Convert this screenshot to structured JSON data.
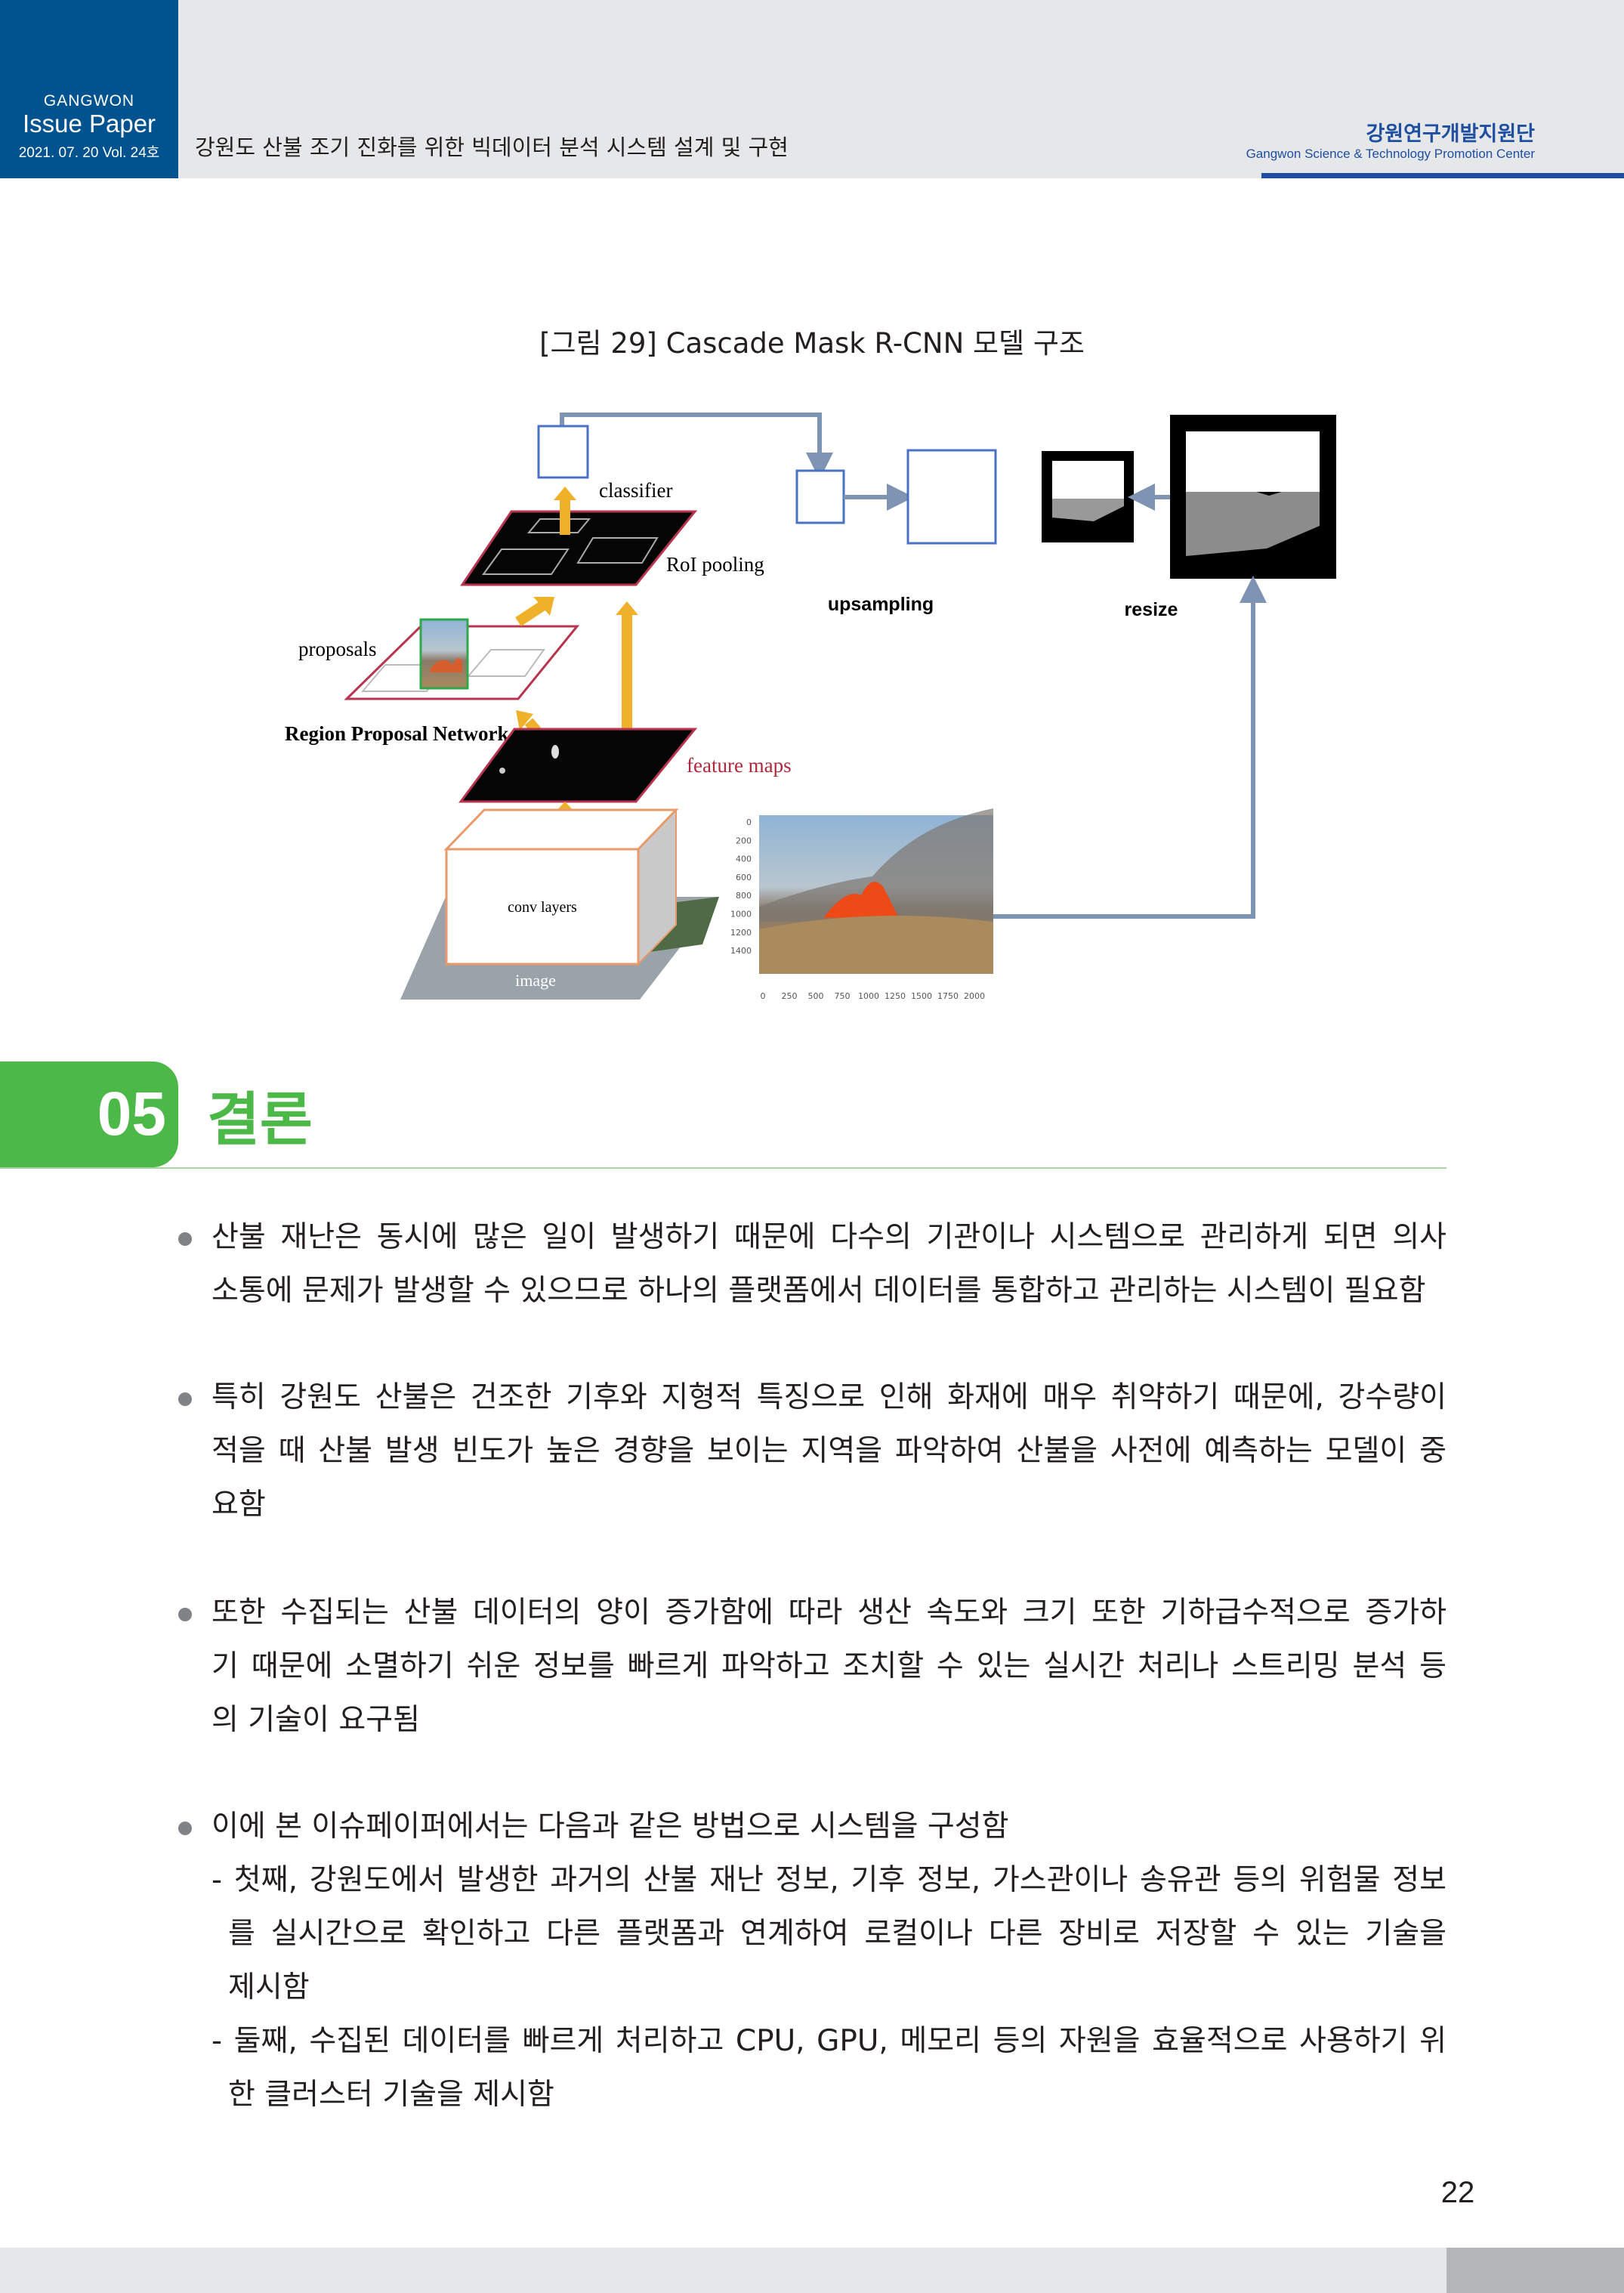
{
  "header": {
    "brand_top": "GANGWON",
    "brand_name": "Issue Paper",
    "brand_date": "2021. 07. 20  Vol. 24호",
    "doc_title": "강원도 산불 조기 진화를 위한 빅데이터 분석 시스템 설계 및 구현",
    "org_ko": "강원연구개발지원단",
    "org_en": "Gangwon Science & Technology Promotion Center"
  },
  "figure": {
    "caption": "[그림 29] Cascade Mask R-CNN 모델 구조",
    "labels": {
      "classifier": "classifier",
      "roi_pooling": "RoI pooling",
      "proposals": "proposals",
      "rpn": "Region Proposal Network",
      "feature_maps": "feature maps",
      "conv_layers": "conv layers",
      "image": "image",
      "upsampling": "upsampling",
      "resize": "resize"
    },
    "y_ticks": [
      "0",
      "200",
      "400",
      "600",
      "800",
      "1000",
      "1200",
      "1400"
    ],
    "x_ticks": [
      "0",
      "250",
      "500",
      "750",
      "1000",
      "1250",
      "1500",
      "1750",
      "2000"
    ],
    "colors": {
      "arrow_gray": "#7f93b3",
      "arrow_orange": "#f0b12a",
      "box_blue": "#4a72c4",
      "layer_border": "#b8344f"
    }
  },
  "section": {
    "number": "05",
    "title": "결론"
  },
  "bullets": [
    {
      "lines": [
        "산불 재난은 동시에 많은 일이 발생하기 때문에 다수의 기관이나 시스템으로 관리하게 되면 의사",
        "소통에 문제가 발생할 수 있으므로 하나의 플랫폼에서 데이터를 통합하고 관리하는 시스템이 필요함"
      ]
    },
    {
      "lines": [
        "특히 강원도 산불은 건조한 기후와 지형적 특징으로 인해 화재에 매우 취약하기 때문에, 강수량이",
        "적을 때 산불 발생 빈도가 높은 경향을 보이는 지역을 파악하여 산불을 사전에 예측하는 모델이 중",
        "요함"
      ]
    },
    {
      "lines": [
        "또한 수집되는 산불 데이터의 양이 증가함에 따라 생산 속도와 크기 또한 기하급수적으로 증가하",
        "기 때문에 소멸하기 쉬운 정보를 빠르게 파악하고 조치할 수 있는 실시간 처리나 스트리밍 분석 등",
        "의 기술이 요구됨"
      ]
    },
    {
      "lines": [
        "이에 본 이슈페이퍼에서는 다음과 같은 방법으로 시스템을 구성함"
      ],
      "subs": [
        {
          "lines": [
            "- 첫째, 강원도에서 발생한 과거의 산불 재난 정보, 기후 정보, 가스관이나 송유관 등의 위험물 정보",
            "를 실시간으로 확인하고 다른 플랫폼과 연계하여 로컬이나 다른 장비로 저장할 수 있는 기술을",
            "제시함"
          ]
        },
        {
          "lines": [
            "- 둘째, 수집된 데이터를 빠르게 처리하고 CPU, GPU, 메모리 등의 자원을 효율적으로 사용하기 위",
            "한 클러스터 기술을 제시함"
          ]
        }
      ]
    }
  ],
  "page_number": "22"
}
